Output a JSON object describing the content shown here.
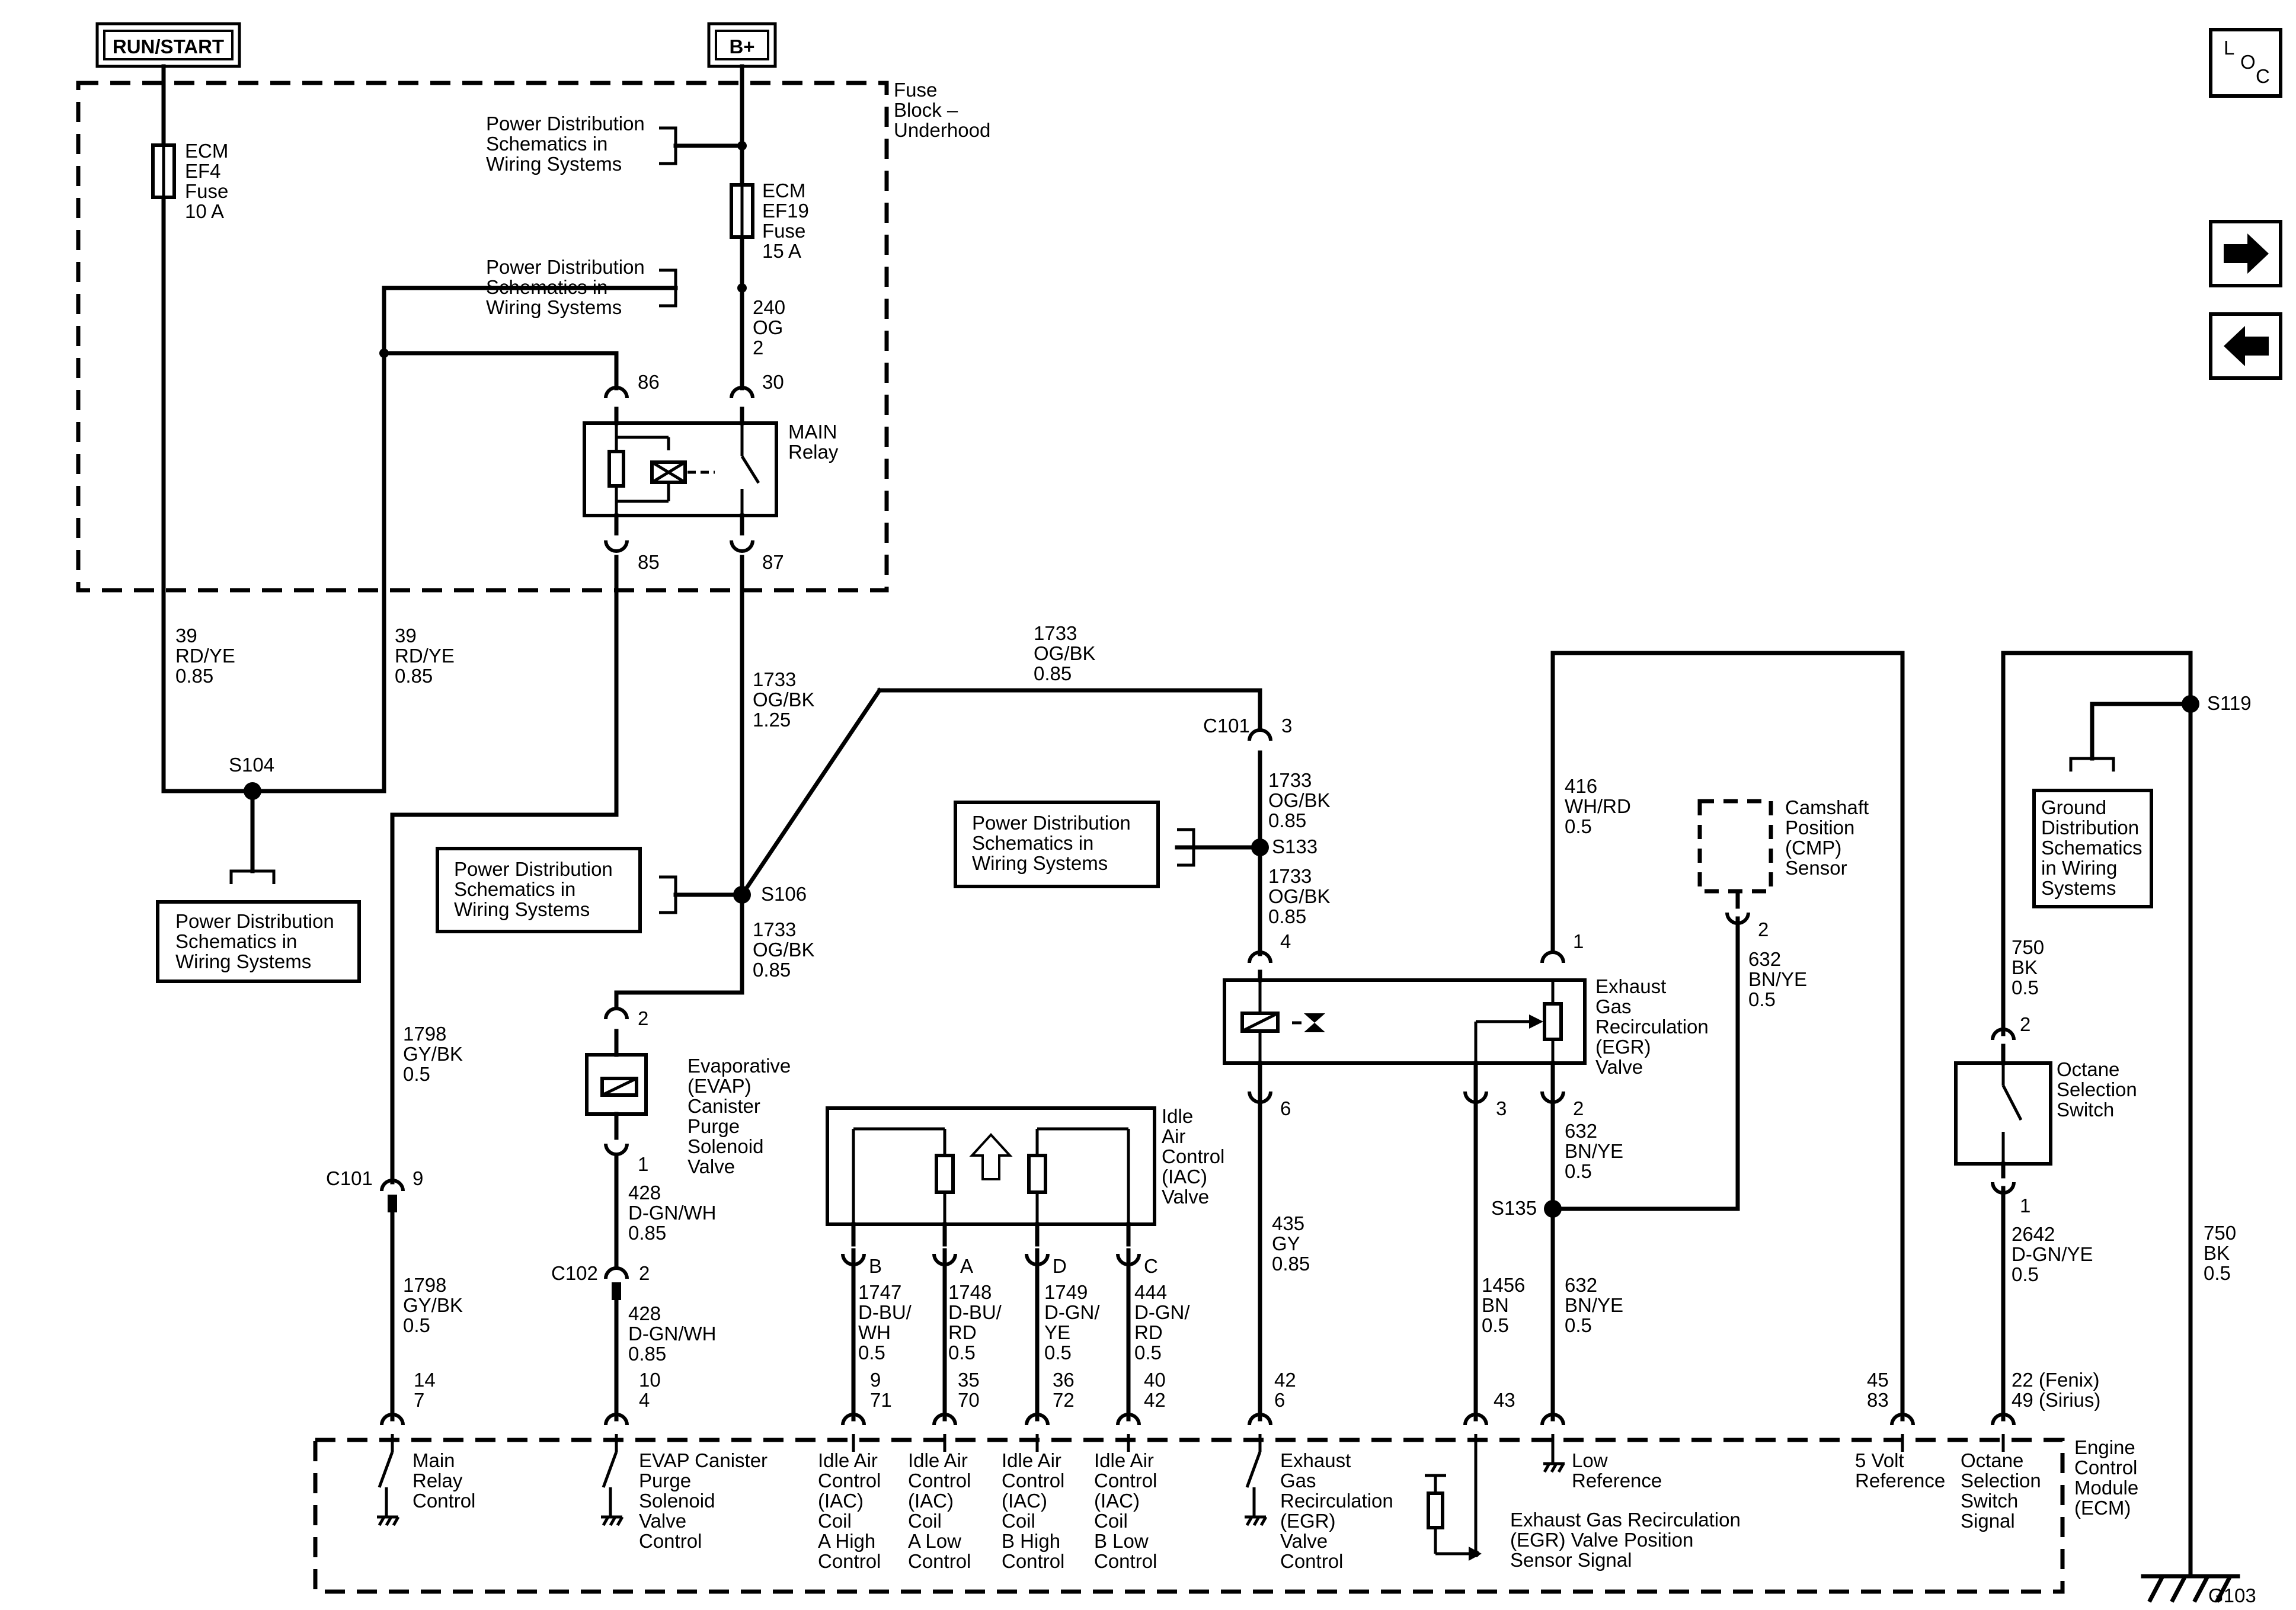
{
  "power_labels": {
    "run_start": "RUN/START",
    "b_plus": "B+"
  },
  "loc_icon": {
    "l": "L",
    "o": "O",
    "c": "C"
  },
  "nav_icons": [
    "arrow-right-icon",
    "arrow-left-icon"
  ],
  "fuse_block": {
    "line1": "Fuse",
    "line2": "Block –",
    "line3": "Underhood"
  },
  "fuses": {
    "ef4": {
      "l1": "ECM",
      "l2": "EF4",
      "l3": "Fuse",
      "l4": "10 A"
    },
    "ef19": {
      "l1": "ECM",
      "l2": "EF19",
      "l3": "Fuse",
      "l4": "15 A"
    }
  },
  "ref_power": {
    "l1": "Power Distribution",
    "l2": "Schematics in",
    "l3": "Wiring Systems"
  },
  "ref_ground": {
    "l1": "Ground",
    "l2": "Distribution",
    "l3": "Schematics",
    "l4": "in Wiring",
    "l5": "Systems"
  },
  "main_relay": {
    "l1": "MAIN",
    "l2": "Relay",
    "p86": "86",
    "p30": "30",
    "p85": "85",
    "p87": "87"
  },
  "wires": {
    "w240": {
      "n": "240",
      "c": "OG",
      "s": "2"
    },
    "w39a": {
      "n": "39",
      "c": "RD/YE",
      "s": "0.85"
    },
    "w39b": {
      "n": "39",
      "c": "RD/YE",
      "s": "0.85"
    },
    "w1733a": {
      "n": "1733",
      "c": "OG/BK",
      "s": "1.25"
    },
    "w1733b": {
      "n": "1733",
      "c": "OG/BK",
      "s": "0.85"
    },
    "w1733c": {
      "n": "1733",
      "c": "OG/BK",
      "s": "0.85"
    },
    "w1733d": {
      "n": "1733",
      "c": "OG/BK",
      "s": "0.85"
    },
    "w1733e": {
      "n": "1733",
      "c": "OG/BK",
      "s": "0.85"
    },
    "w1798a": {
      "n": "1798",
      "c": "GY/BK",
      "s": "0.5"
    },
    "w1798b": {
      "n": "1798",
      "c": "GY/BK",
      "s": "0.5"
    },
    "w428a": {
      "n": "428",
      "c": "D-GN/WH",
      "s": "0.85"
    },
    "w428b": {
      "n": "428",
      "c": "D-GN/WH",
      "s": "0.85"
    },
    "w1747": {
      "n": "1747",
      "c1": "D-BU/",
      "c2": "WH",
      "s": "0.5"
    },
    "w1748": {
      "n": "1748",
      "c1": "D-BU/",
      "c2": "RD",
      "s": "0.5"
    },
    "w1749": {
      "n": "1749",
      "c1": "D-GN/",
      "c2": "YE",
      "s": "0.5"
    },
    "w444": {
      "n": "444",
      "c1": "D-GN/",
      "c2": "RD",
      "s": "0.5"
    },
    "w435": {
      "n": "435",
      "c": "GY",
      "s": "0.85"
    },
    "w416": {
      "n": "416",
      "c": "WH/RD",
      "s": "0.5"
    },
    "w1456": {
      "n": "1456",
      "c": "BN",
      "s": "0.5"
    },
    "w632a": {
      "n": "632",
      "c": "BN/YE",
      "s": "0.5"
    },
    "w632b": {
      "n": "632",
      "c": "BN/YE",
      "s": "0.5"
    },
    "w632c": {
      "n": "632",
      "c": "BN/YE",
      "s": "0.5"
    },
    "w750a": {
      "n": "750",
      "c": "BK",
      "s": "0.5"
    },
    "w750b": {
      "n": "750",
      "c": "BK",
      "s": "0.5"
    },
    "w2642": {
      "n": "2642",
      "c": "D-GN/YE",
      "s": "0.5"
    }
  },
  "splices": {
    "s104": "S104",
    "s106": "S106",
    "s133": "S133",
    "s135": "S135",
    "s119": "S119",
    "g103": "G103"
  },
  "connectors": {
    "c101": "C101",
    "c102": "C102"
  },
  "pins": {
    "c101_3": "3",
    "c101_9": "9",
    "c102_2": "2",
    "evap_2": "2",
    "evap_1": "1",
    "iac_b": "B",
    "iac_a": "A",
    "iac_d": "D",
    "iac_c": "C",
    "egr_4": "4",
    "egr_6": "6",
    "egr_1": "1",
    "egr_3": "3",
    "egr_2": "2",
    "cmp_2": "2",
    "oct_2": "2",
    "oct_1": "1",
    "ecm_14": "14",
    "ecm_7": "7",
    "ecm_10": "10",
    "ecm_4": "4",
    "ecm_9": "9",
    "ecm_71": "71",
    "ecm_35": "35",
    "ecm_70": "70",
    "ecm_36": "36",
    "ecm_72": "72",
    "ecm_40": "40",
    "ecm_42": "42",
    "ecm_42b": "42",
    "ecm_6": "6",
    "ecm_43": "43",
    "ecm_45": "45",
    "ecm_83": "83",
    "ecm_22": "22 (Fenix)",
    "ecm_49": "49 (Sirius)"
  },
  "components": {
    "evap": {
      "l1": "Evaporative",
      "l2": "(EVAP)",
      "l3": "Canister",
      "l4": "Purge",
      "l5": "Solenoid",
      "l6": "Valve"
    },
    "iac": {
      "l1": "Idle",
      "l2": "Air",
      "l3": "Control",
      "l4": "(IAC)",
      "l5": "Valve"
    },
    "egr": {
      "l1": "Exhaust",
      "l2": "Gas",
      "l3": "Recirculation",
      "l4": "(EGR)",
      "l5": "Valve"
    },
    "cmp": {
      "l1": "Camshaft",
      "l2": "Position",
      "l3": "(CMP)",
      "l4": "Sensor"
    },
    "octane": {
      "l1": "Octane",
      "l2": "Selection",
      "l3": "Switch"
    },
    "ecm": {
      "l1": "Engine",
      "l2": "Control",
      "l3": "Module",
      "l4": "(ECM)"
    }
  },
  "ecm_functions": {
    "main_relay": {
      "l1": "Main",
      "l2": "Relay",
      "l3": "Control"
    },
    "evap": {
      "l1": "EVAP Canister",
      "l2": "Purge",
      "l3": "Solenoid",
      "l4": "Valve",
      "l5": "Control"
    },
    "iac_ah": {
      "l1": "Idle Air",
      "l2": "Control",
      "l3": "(IAC)",
      "l4": "Coil",
      "l5": "A High",
      "l6": "Control"
    },
    "iac_al": {
      "l1": "Idle Air",
      "l2": "Control",
      "l3": "(IAC)",
      "l4": "Coil",
      "l5": "A Low",
      "l6": "Control"
    },
    "iac_bh": {
      "l1": "Idle Air",
      "l2": "Control",
      "l3": "(IAC)",
      "l4": "Coil",
      "l5": "B High",
      "l6": "Control"
    },
    "iac_bl": {
      "l1": "Idle Air",
      "l2": "Control",
      "l3": "(IAC)",
      "l4": "Coil",
      "l5": "B Low",
      "l6": "Control"
    },
    "egr": {
      "l1": "Exhaust",
      "l2": "Gas",
      "l3": "Recirculation",
      "l4": "(EGR)",
      "l5": "Valve",
      "l6": "Control"
    },
    "egr_pos": {
      "l1": "Exhaust Gas Recirculation",
      "l2": "(EGR) Valve Position",
      "l3": "Sensor Signal"
    },
    "low_ref": {
      "l1": "Low",
      "l2": "Reference"
    },
    "five_v": {
      "l1": "5 Volt",
      "l2": "Reference"
    },
    "octane": {
      "l1": "Octane",
      "l2": "Selection",
      "l3": "Switch",
      "l4": "Signal"
    }
  }
}
